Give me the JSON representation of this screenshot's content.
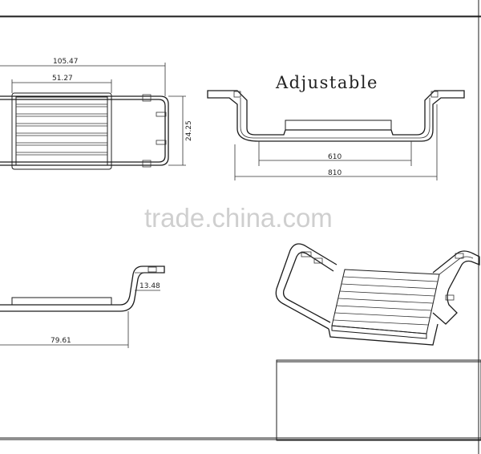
{
  "heading": "Adjustable",
  "watermark": "trade.china.com",
  "top_view": {
    "overall_width": "105.47",
    "seat_width": "51.27",
    "depth": "24.25"
  },
  "front_view": {
    "inner_width": "610",
    "overall_width": "810"
  },
  "side_view": {
    "length": "79.61",
    "height": "13.48"
  }
}
